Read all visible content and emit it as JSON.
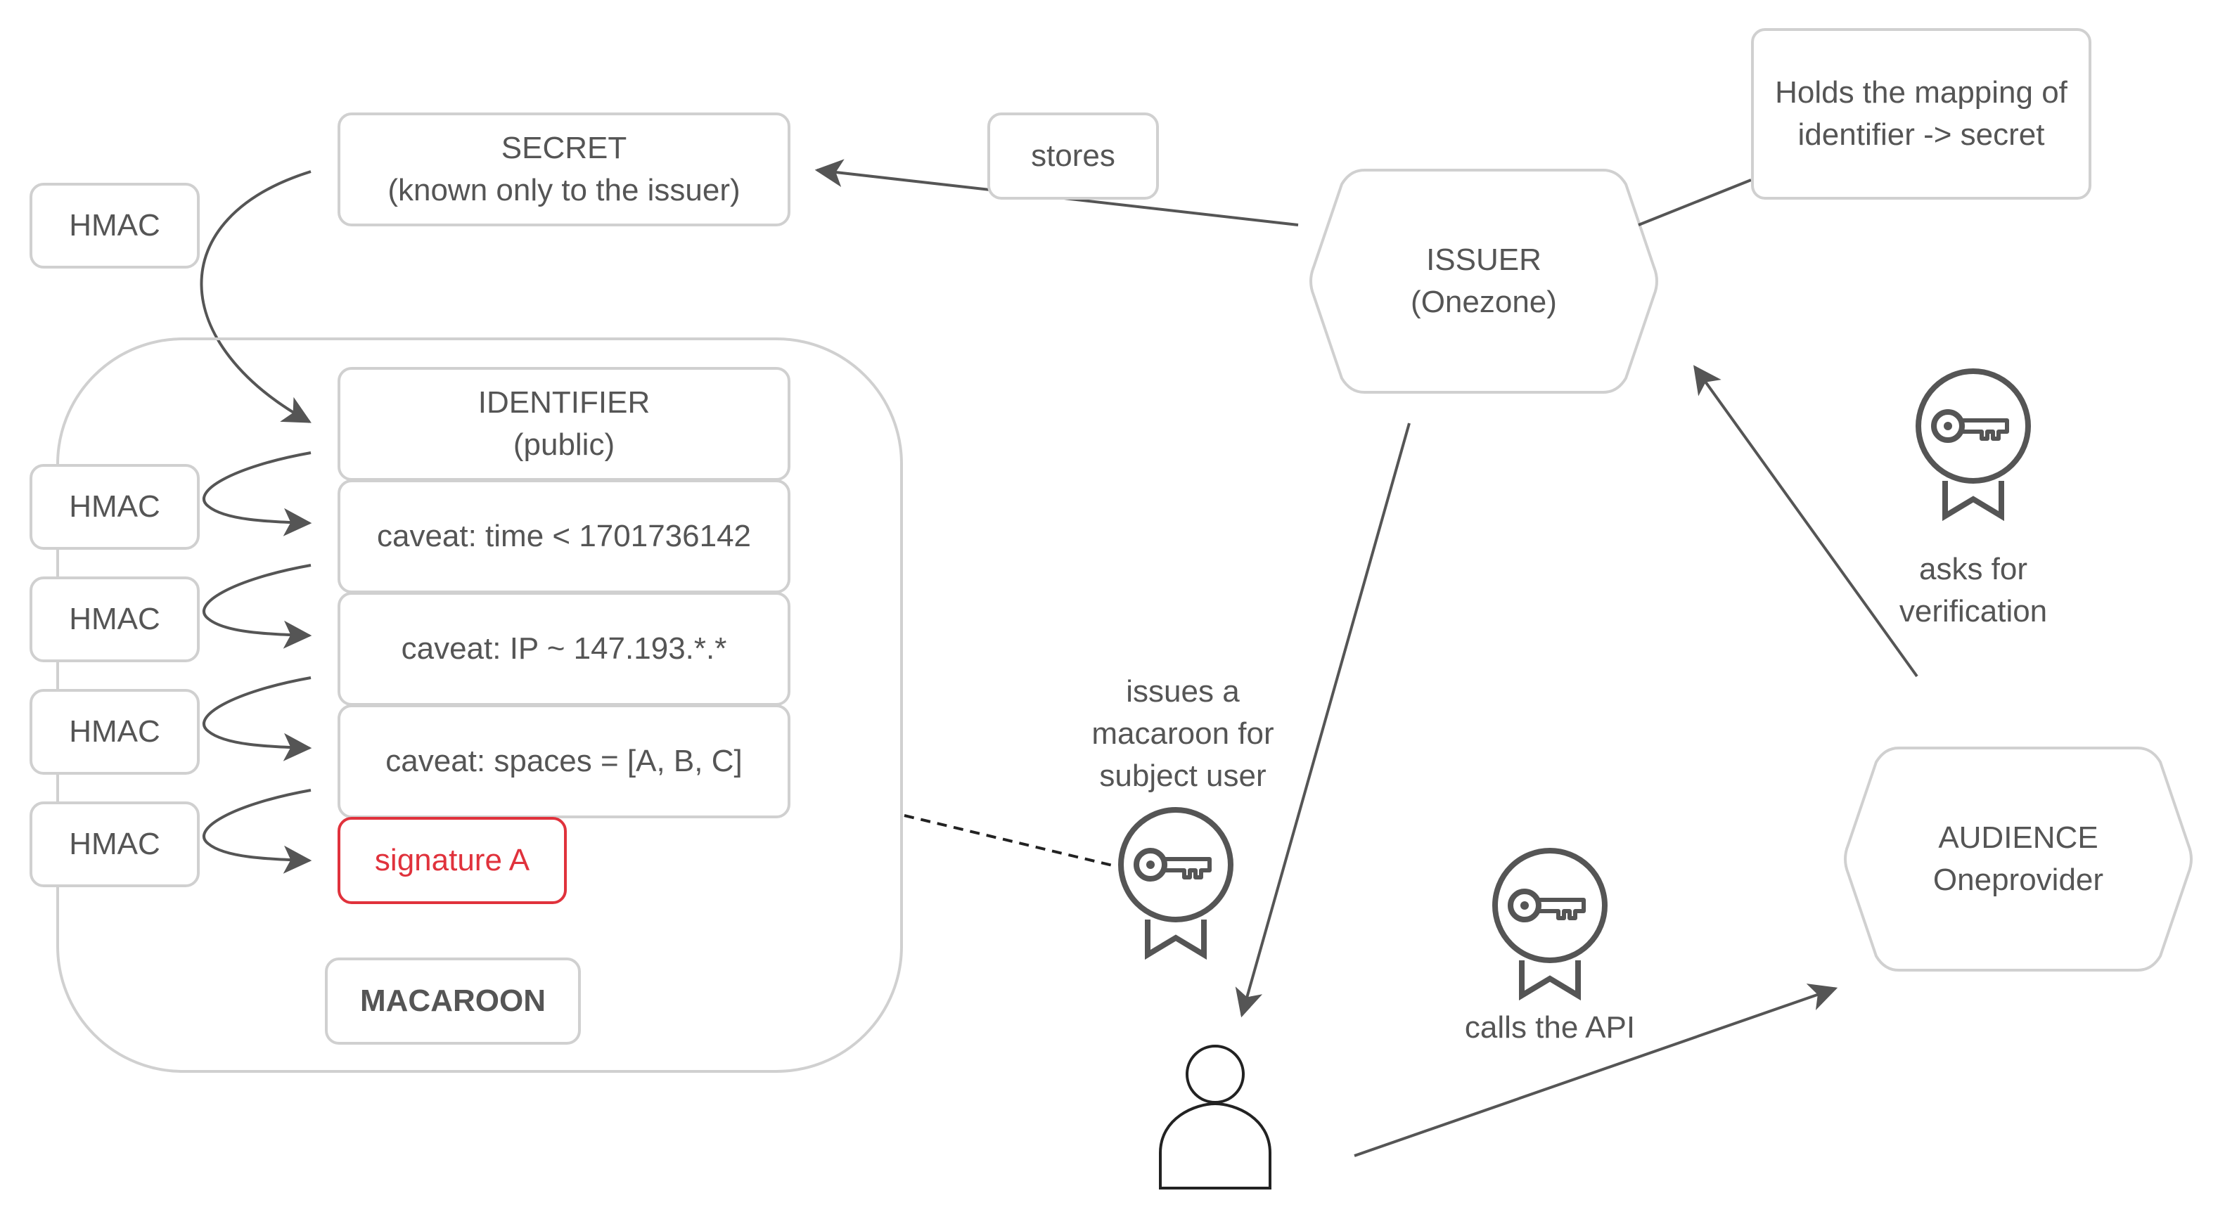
{
  "secret": {
    "line1": "SECRET",
    "line2": "(known only to the issuer)"
  },
  "stores_label": "stores",
  "note": {
    "line1": "Holds the mapping of",
    "line2": "identifier -> secret"
  },
  "issuer": {
    "line1": "ISSUER",
    "line2": "(Onezone)"
  },
  "audience": {
    "line1": "AUDIENCE",
    "line2": "Oneprovider"
  },
  "hmac_labels": [
    "HMAC",
    "HMAC",
    "HMAC",
    "HMAC",
    "HMAC"
  ],
  "macaroon": {
    "identifier_line1": "IDENTIFIER",
    "identifier_line2": "(public)",
    "caveats": [
      "caveat: time < 1701736142",
      "caveat: IP ~ 147.193.*.*",
      "caveat: spaces = [A, B, C]"
    ],
    "signature": "signature A",
    "title": "MACAROON"
  },
  "issues_label": {
    "line1": "issues a",
    "line2": "macaroon for",
    "line3": "subject user"
  },
  "asks_label": {
    "line1": "asks for",
    "line2": "verification"
  },
  "calls_label": "calls the API",
  "colors": {
    "stroke": "#555555",
    "border": "#d0d0d0",
    "text": "#555555",
    "signature": "#e0323c"
  },
  "icons": [
    "macaroon-token-icon",
    "user-icon"
  ]
}
